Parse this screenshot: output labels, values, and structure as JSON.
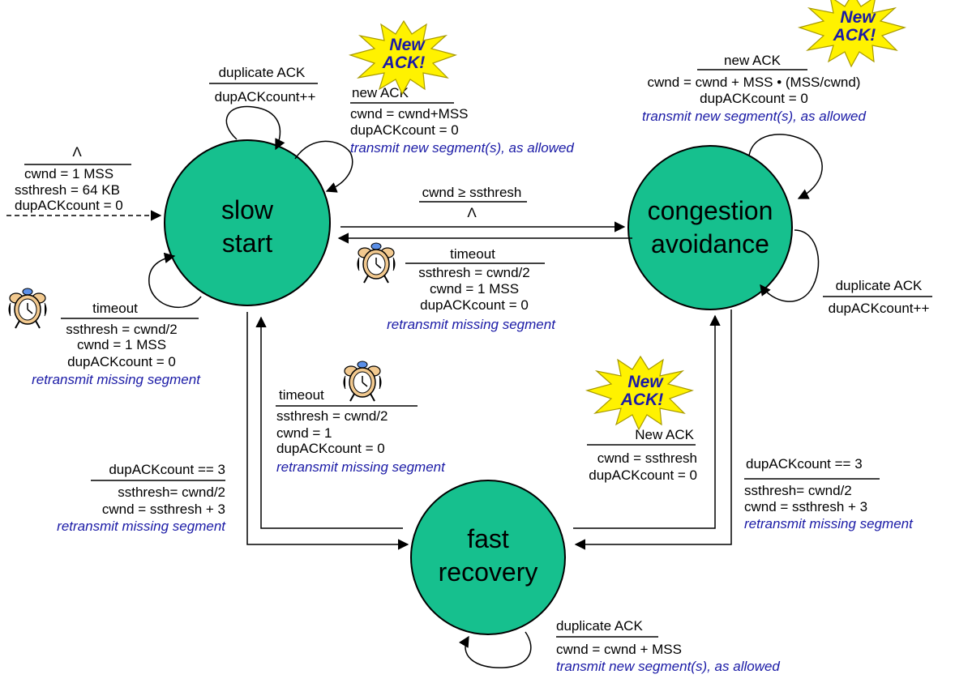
{
  "states": {
    "slow_start": [
      "slow",
      "start"
    ],
    "congestion_avoidance": [
      "congestion",
      "avoidance"
    ],
    "fast_recovery": [
      "fast",
      "recovery"
    ]
  },
  "burst": {
    "line1": "New",
    "line2": "ACK!"
  },
  "init": {
    "event": "Λ",
    "actions": [
      "cwnd = 1 MSS",
      "ssthresh = 64 KB",
      "dupACKcount = 0"
    ]
  },
  "ss_dup": {
    "event": "duplicate ACK",
    "action": "dupACKcount++"
  },
  "ss_newack": {
    "event": "new ACK",
    "actions": [
      "cwnd = cwnd+MSS",
      "dupACKcount = 0"
    ],
    "action_blue": "transmit new segment(s), as allowed"
  },
  "ss_timeout": {
    "event": "timeout",
    "actions": [
      "ssthresh = cwnd/2",
      "cwnd = 1 MSS",
      "dupACKcount = 0"
    ],
    "action_blue": "retransmit missing segment"
  },
  "ss_to_ca": {
    "event": "cwnd ≥ ssthresh",
    "action": "Λ"
  },
  "ca_to_ss": {
    "event": "timeout",
    "actions": [
      "ssthresh = cwnd/2",
      "cwnd = 1 MSS",
      "dupACKcount = 0"
    ],
    "action_blue": "retransmit missing segment"
  },
  "ca_newack": {
    "event": "new ACK",
    "actions": [
      "cwnd = cwnd + MSS • (MSS/cwnd)",
      "dupACKcount = 0"
    ],
    "action_blue": "transmit new segment(s), as allowed"
  },
  "ca_dup": {
    "event": "duplicate ACK",
    "action": "dupACKcount++"
  },
  "fr_to_ss": {
    "event": "timeout",
    "actions": [
      "ssthresh = cwnd/2",
      "cwnd = 1",
      "dupACKcount = 0"
    ],
    "action_blue": "retransmit missing segment"
  },
  "ss_to_fr": {
    "event": "dupACKcount == 3",
    "actions": [
      "ssthresh= cwnd/2",
      "cwnd = ssthresh + 3"
    ],
    "action_blue": "retransmit missing segment"
  },
  "fr_to_ca": {
    "event": "New ACK",
    "actions": [
      "cwnd = ssthresh",
      "dupACKcount = 0"
    ]
  },
  "ca_to_fr": {
    "event": "dupACKcount == 3",
    "actions": [
      "ssthresh= cwnd/2",
      "cwnd = ssthresh + 3"
    ],
    "action_blue": "retransmit missing segment"
  },
  "fr_dup": {
    "event": "duplicate ACK",
    "actions": [
      "cwnd = cwnd + MSS"
    ],
    "action_blue": "transmit new segment(s), as allowed"
  }
}
